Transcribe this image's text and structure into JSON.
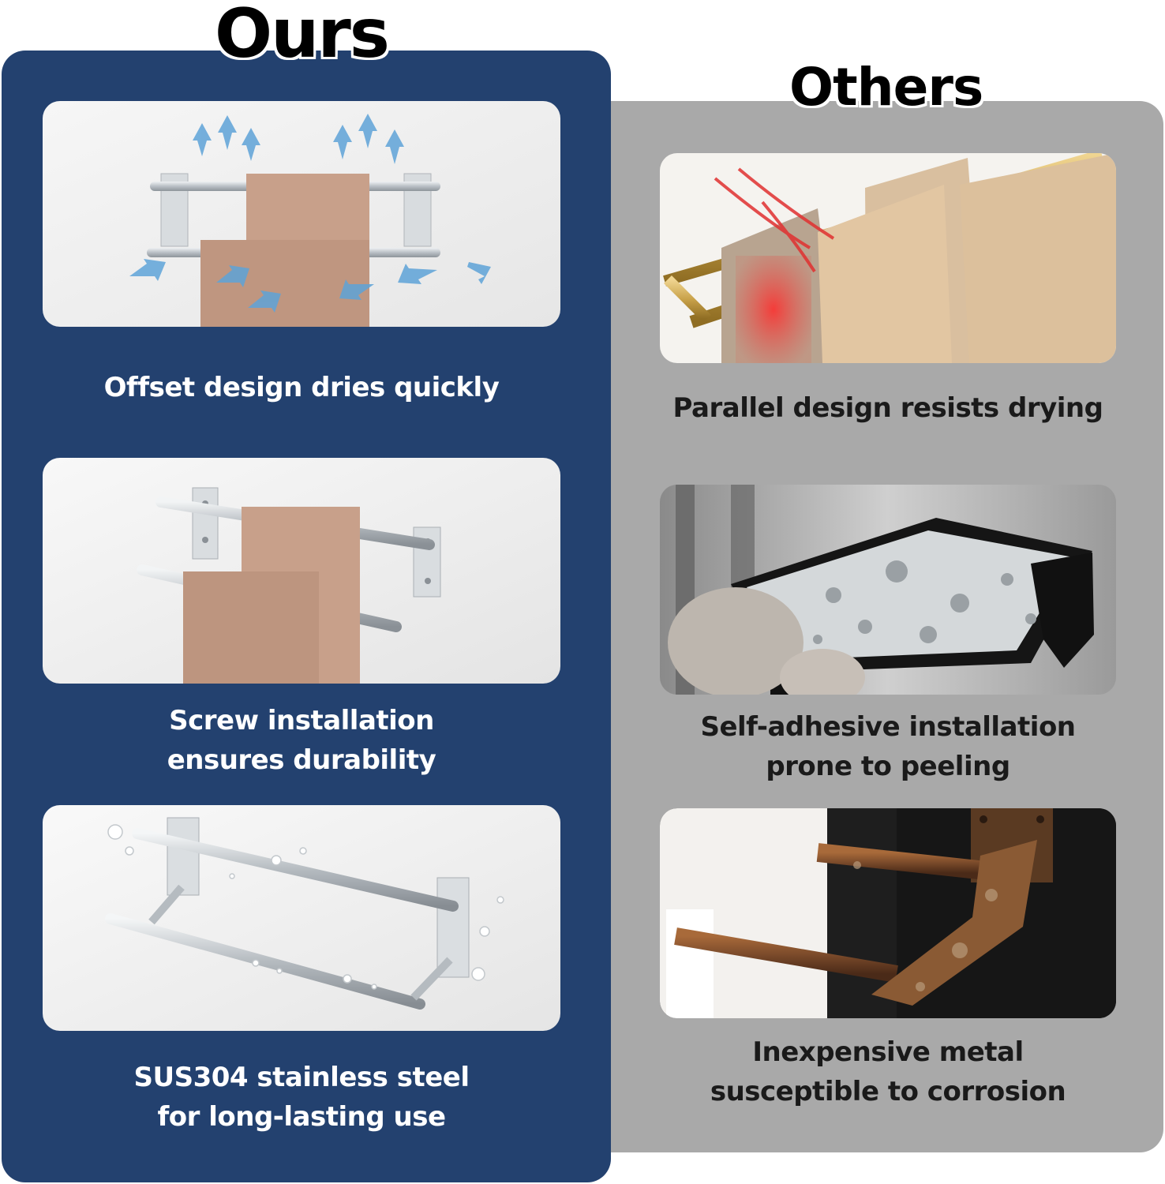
{
  "ours": {
    "heading": "Ours",
    "items": [
      {
        "lines": [
          "Offset design dries quickly"
        ]
      },
      {
        "lines": [
          "Screw installation",
          "ensures durability"
        ]
      },
      {
        "lines": [
          "SUS304 stainless steel",
          "for long-lasting use"
        ]
      }
    ]
  },
  "others": {
    "heading": "Others",
    "items": [
      {
        "lines": [
          "Parallel design resists drying"
        ]
      },
      {
        "lines": [
          "Self-adhesive installation",
          "prone to peeling"
        ]
      },
      {
        "lines": [
          "Inexpensive metal",
          "susceptible to corrosion"
        ]
      }
    ]
  },
  "colors": {
    "ours_panel": "#23416f",
    "others_panel": "#a9a9a9",
    "towel": "#c8a08a",
    "steel": "#c9ced3",
    "gold": "#c9a24a",
    "rust": "#7a4a2a"
  }
}
